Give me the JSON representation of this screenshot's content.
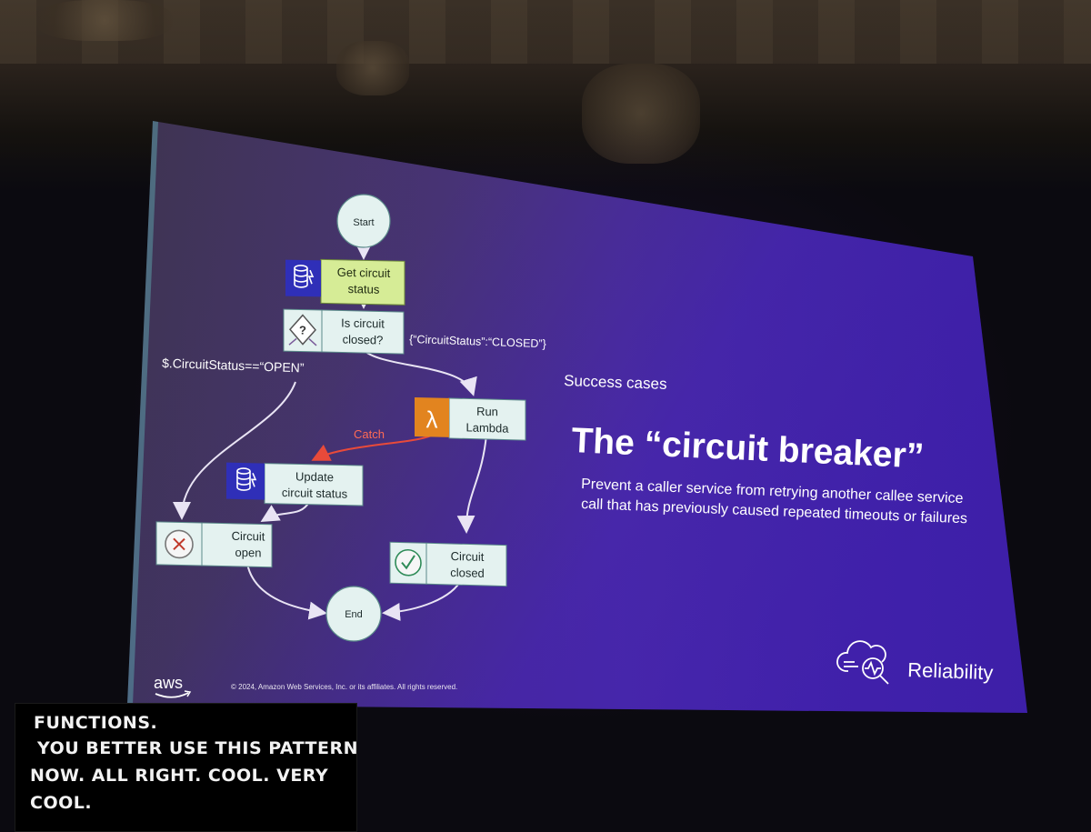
{
  "slide": {
    "section_label": "Success cases",
    "title": "The “circuit breaker”",
    "description_line1": "Prevent a caller service from retrying another callee service",
    "description_line2": "call that has previously caused repeated timeouts or failures",
    "pillar_label": "Reliability",
    "footer_logo": "aws",
    "copyright": "© 2024, Amazon Web Services, Inc. or its affiliates. All rights reserved."
  },
  "diagram": {
    "start": "Start",
    "end": "End",
    "get_status_line1": "Get circuit",
    "get_status_line2": "status",
    "choice_line1": "Is circuit",
    "choice_line2": "closed?",
    "closed_condition": "{“CircuitStatus”:“CLOSED”}",
    "open_condition": "$.CircuitStatus==“OPEN”",
    "lambda_line1": "Run",
    "lambda_line2": "Lambda",
    "catch_label": "Catch",
    "update_line1": "Update",
    "update_line2": "circuit status",
    "open_line1": "Circuit",
    "open_line2": "open",
    "closed_line1": "Circuit",
    "closed_line2": "closed"
  },
  "caption": {
    "line1": "FUNCTIONS.",
    "line2": "YOU BETTER USE THIS PATTERN",
    "line3": "NOW. ALL RIGHT. COOL. VERY",
    "line4": "COOL."
  },
  "colors": {
    "green_task": "#d6ec96",
    "light_state": "#e4f2f0",
    "dynamo_icon": "#2f2fb8",
    "lambda_icon": "#e2841f",
    "catch_arrow": "#e84a3a",
    "slide_bg_start": "#4b2f86",
    "slide_bg_end": "#3a1a9a"
  },
  "icons": [
    "dynamodb-icon",
    "choice-icon",
    "lambda-icon",
    "fail-icon",
    "success-icon",
    "cloud-monitoring-icon"
  ]
}
